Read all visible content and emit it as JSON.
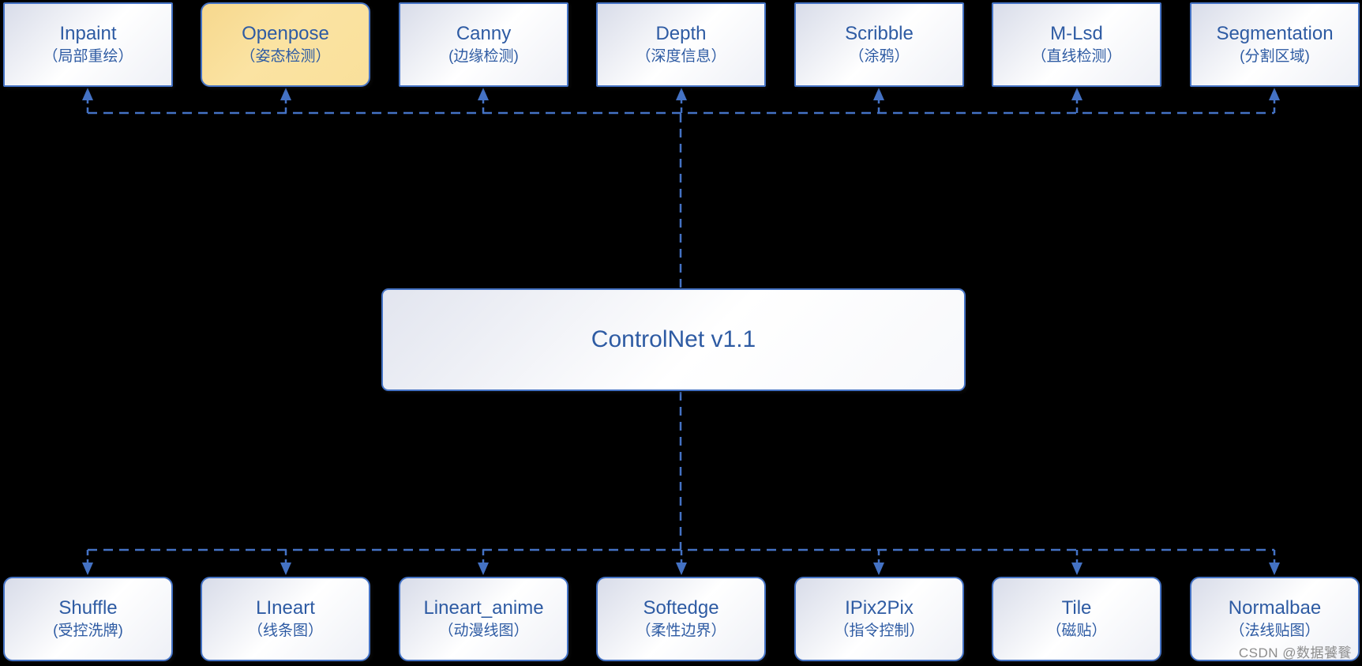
{
  "diagram": {
    "center": {
      "title": "ControlNet v1.1"
    },
    "top_row": [
      {
        "title": "Inpaint",
        "subtitle": "（局部重绘）",
        "highlight": false
      },
      {
        "title": "Openpose",
        "subtitle": "（姿态检测）",
        "highlight": true
      },
      {
        "title": "Canny",
        "subtitle": "(边缘检测)",
        "highlight": false
      },
      {
        "title": "Depth",
        "subtitle": "（深度信息）",
        "highlight": false
      },
      {
        "title": "Scribble",
        "subtitle": "（涂鸦）",
        "highlight": false
      },
      {
        "title": "M-Lsd",
        "subtitle": "（直线检测）",
        "highlight": false
      },
      {
        "title": "Segmentation",
        "subtitle": "(分割区域)",
        "highlight": false
      }
    ],
    "bottom_row": [
      {
        "title": "Shuffle",
        "subtitle": "(受控洗牌)"
      },
      {
        "title": "LIneart",
        "subtitle": "（线条图）"
      },
      {
        "title": "Lineart_anime",
        "subtitle": "（动漫线图）"
      },
      {
        "title": "Softedge",
        "subtitle": "（柔性边界）"
      },
      {
        "title": "IPix2Pix",
        "subtitle": "（指令控制）"
      },
      {
        "title": "Tile",
        "subtitle": "（磁贴）"
      },
      {
        "title": "Normalbae",
        "subtitle": "（法线贴图）"
      }
    ],
    "watermark": "CSDN @数据饕餮",
    "colors": {
      "background": "#000000",
      "connector_line": "#4472C4",
      "box_border": "#4472C4",
      "text": "#2E5BA3",
      "highlight_fill": "#FBE3A2",
      "watermark_text": "#8D8D8D"
    }
  }
}
